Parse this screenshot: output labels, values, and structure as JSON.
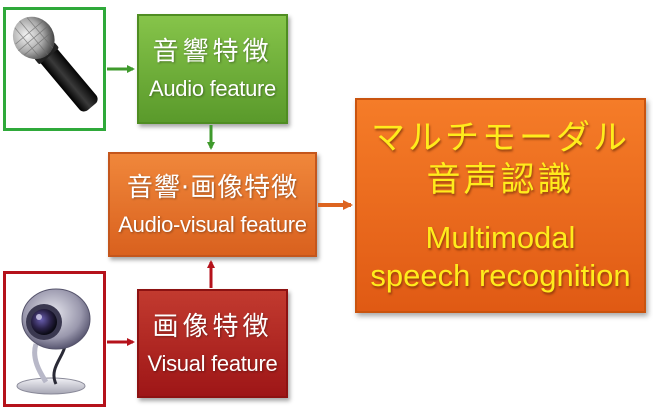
{
  "nodes": {
    "audio_feature": {
      "jp": "音響特徴",
      "en": "Audio feature"
    },
    "audio_visual_feature": {
      "jp": "音響·画像特徴",
      "en": "Audio-visual feature"
    },
    "visual_feature": {
      "jp": "画像特徴",
      "en": "Visual feature"
    },
    "multimodal": {
      "jp_line1": "マルチモーダル",
      "jp_line2": "音声認識",
      "en_line1": "Multimodal",
      "en_line2": "speech recognition"
    }
  },
  "icons": {
    "microphone": "microphone-icon",
    "webcam": "webcam-icon"
  },
  "colors": {
    "green": "#5a9a2b",
    "orange": "#e0661f",
    "red": "#a8181a",
    "highlight_text": "#ffec1c"
  }
}
